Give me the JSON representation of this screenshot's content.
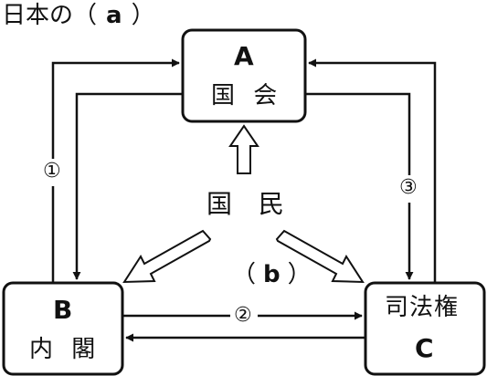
{
  "title": {
    "prefix": "日本の（",
    "blank": "a",
    "suffix": "）"
  },
  "boxes": {
    "a": {
      "letter": "A",
      "name": "国 会"
    },
    "b": {
      "letter": "B",
      "name": "内 閣"
    },
    "c": {
      "name": "司法権",
      "letter": "C"
    }
  },
  "people": "国 民",
  "relation_b": {
    "open": "（",
    "blank": "b",
    "close": "）"
  },
  "circled": {
    "one": "①",
    "two": "②",
    "three": "③"
  },
  "colors": {
    "ink": "#111111",
    "background": "#ffffff"
  }
}
